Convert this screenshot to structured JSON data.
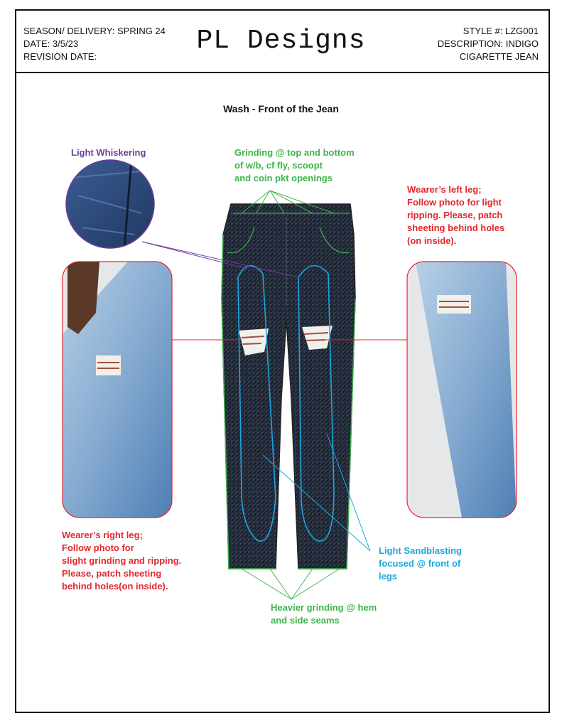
{
  "header": {
    "season": "SEASON/ DELIVERY:  SPRING 24",
    "date": "DATE: 3/5/23",
    "revision": "REVISION DATE:",
    "brand": "PL Designs",
    "style": "STYLE #: LZG001",
    "description": "DESCRIPTION: INDIGO",
    "description2": "CIGARETTE JEAN"
  },
  "section_title": "Wash - Front of the Jean",
  "notes": {
    "whiskering": "Light Whiskering",
    "grinding_top": [
      "Grinding @ top and bottom",
      "of w/b, cf fly, scoopt",
      "and coin pkt openings"
    ],
    "left_leg": [
      "Wearer’s left leg;",
      "Follow photo for light",
      "ripping. Please, patch",
      "sheeting behind holes",
      "(on inside)."
    ],
    "right_leg": [
      "Wearer’s right leg;",
      "Follow photo for",
      "slight grinding and ripping.",
      "Please, patch sheeting",
      "behind holes(on inside)."
    ],
    "sandblasting": [
      "Light Sandblasting",
      "focused @ front of",
      "legs"
    ],
    "hem": [
      "Heavier grinding @ hem",
      "and side seams"
    ]
  },
  "colors": {
    "purple": "#6a3d9a",
    "green": "#3db54a",
    "red": "#e5262e",
    "blue": "#1ba7e0",
    "denim_dark": "#1c2330",
    "denim_light": "#7ba6cf"
  }
}
